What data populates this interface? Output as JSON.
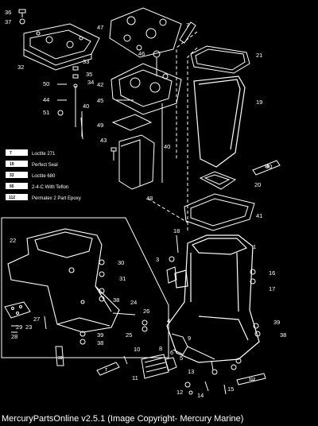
{
  "footer": {
    "caption": "MercuryPartsOnline v2.5.1 (Image Copyright- Mercury Marine)"
  },
  "legend": [
    {
      "code": "7",
      "label": "Loctite 271"
    },
    {
      "code": "19",
      "label": "Perfect Seal"
    },
    {
      "code": "33",
      "label": "Loctite 680"
    },
    {
      "code": "95",
      "label": "2-4-C With Teflon"
    },
    {
      "code": "112",
      "label": "Permatex 2 Part Epoxy"
    }
  ],
  "callouts": [
    "36",
    "37",
    "47",
    "32",
    "33",
    "35",
    "34",
    "46",
    "21",
    "50",
    "42",
    "44",
    "45",
    "19",
    "51",
    "40",
    "49",
    "43",
    "40",
    "7",
    "30",
    "48",
    "20",
    "41",
    "22",
    "18",
    "1",
    "3",
    "16",
    "17",
    "30",
    "31",
    "25",
    "26",
    "38",
    "24",
    "27",
    "29",
    "23",
    "28",
    "39",
    "38",
    "4",
    "39",
    "8",
    "38",
    "10",
    "11",
    "6",
    "5",
    "13",
    "12",
    "14",
    "15",
    "9",
    "112",
    "33",
    "7",
    "10",
    "95"
  ]
}
